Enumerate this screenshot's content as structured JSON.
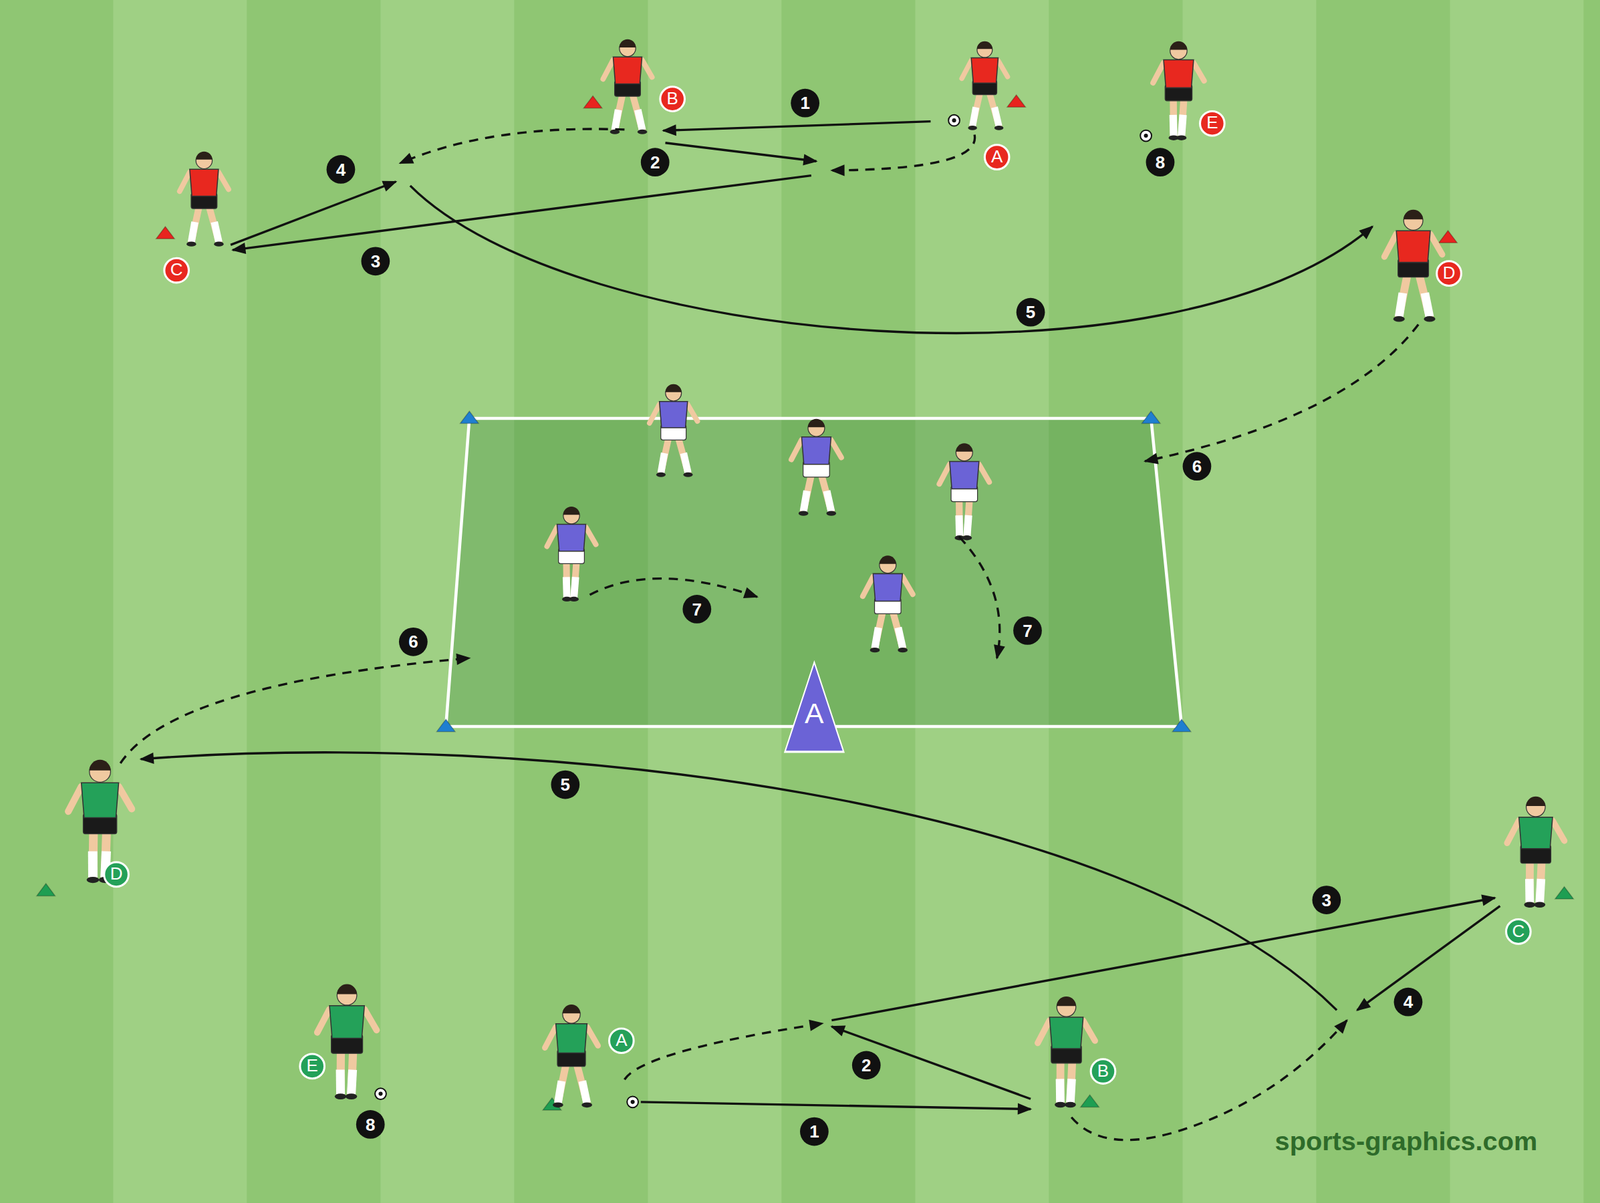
{
  "diagram": {
    "nodes": [
      {
        "text": [
          "B"
        ]
      },
      {
        "text": [
          "E"
        ]
      },
      {
        "text": [
          "A"
        ]
      },
      {
        "text": [
          "C"
        ]
      },
      {
        "text": [
          "D"
        ]
      },
      {
        "text": [
          "A"
        ]
      },
      {
        "text": [
          "D"
        ]
      },
      {
        "text": [
          "C"
        ]
      },
      {
        "text": [
          "A"
        ]
      },
      {
        "text": [
          "E"
        ]
      },
      {
        "text": [
          "B"
        ]
      }
    ],
    "labels": [
      "1",
      "2",
      "4",
      "8",
      "3",
      "5",
      "6",
      "7",
      "7",
      "6",
      "5",
      "3",
      "4",
      "2",
      "8",
      "1",
      "sports-graphics.com"
    ]
  }
}
